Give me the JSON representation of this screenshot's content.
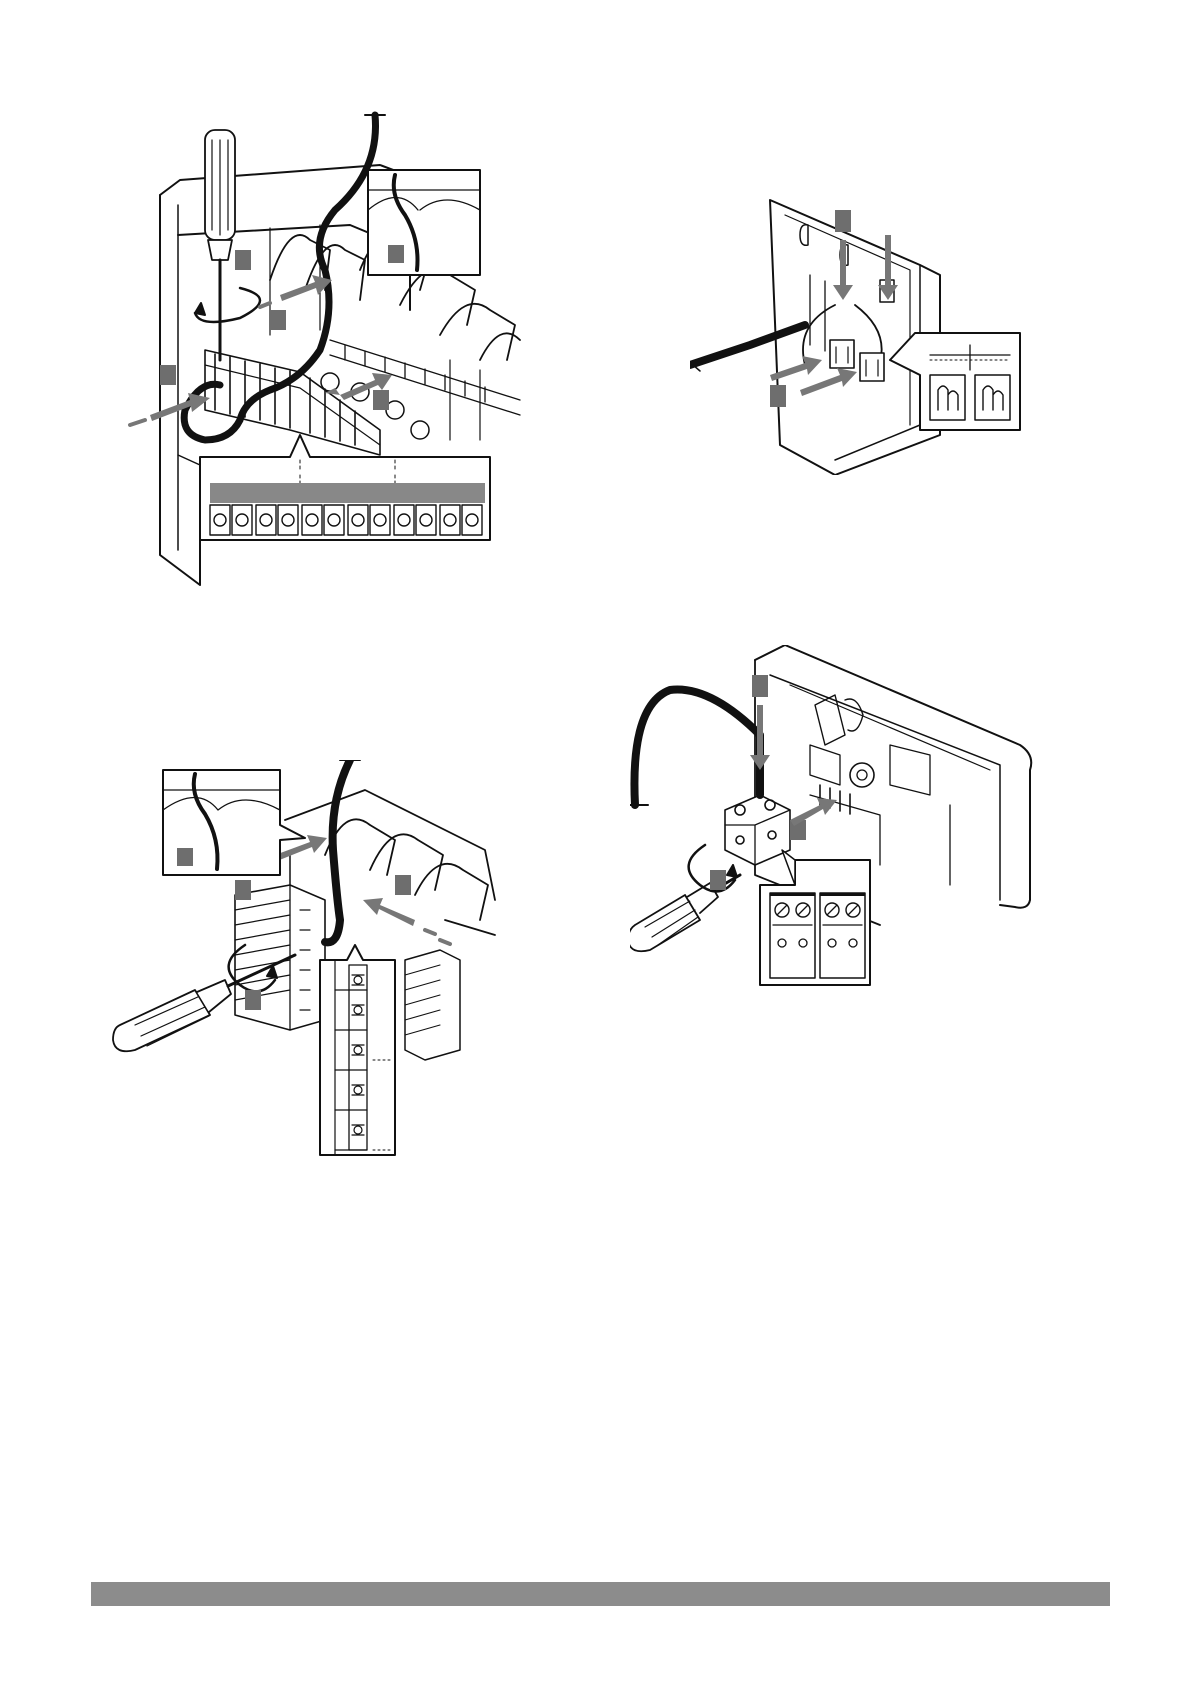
{
  "colors": {
    "line": "#111111",
    "marker_gray": "#6e6e6e",
    "arrow_gray": "#777777",
    "connector_gray": "#888888",
    "footer_gray": "#8c8c8c",
    "paper": "#ffffff"
  },
  "figures": [
    {
      "id": "controller-terminal-wiring",
      "icons": [
        "screwdriver-icon",
        "rotate-arrow-icon",
        "cable-icon",
        "terminal-block-detail"
      ]
    },
    {
      "id": "thermostat-base-connection",
      "icons": [
        "cable-icon",
        "push-arrow-icon",
        "terminal-clip-detail"
      ]
    },
    {
      "id": "controller-side-connector-wiring",
      "icons": [
        "screwdriver-icon",
        "rotate-arrow-icon",
        "cable-icon",
        "connector-detail"
      ]
    },
    {
      "id": "thermostat-screw-terminal-wiring",
      "icons": [
        "screwdriver-icon",
        "rotate-arrow-icon",
        "cable-icon",
        "screw-terminal-detail"
      ]
    }
  ]
}
